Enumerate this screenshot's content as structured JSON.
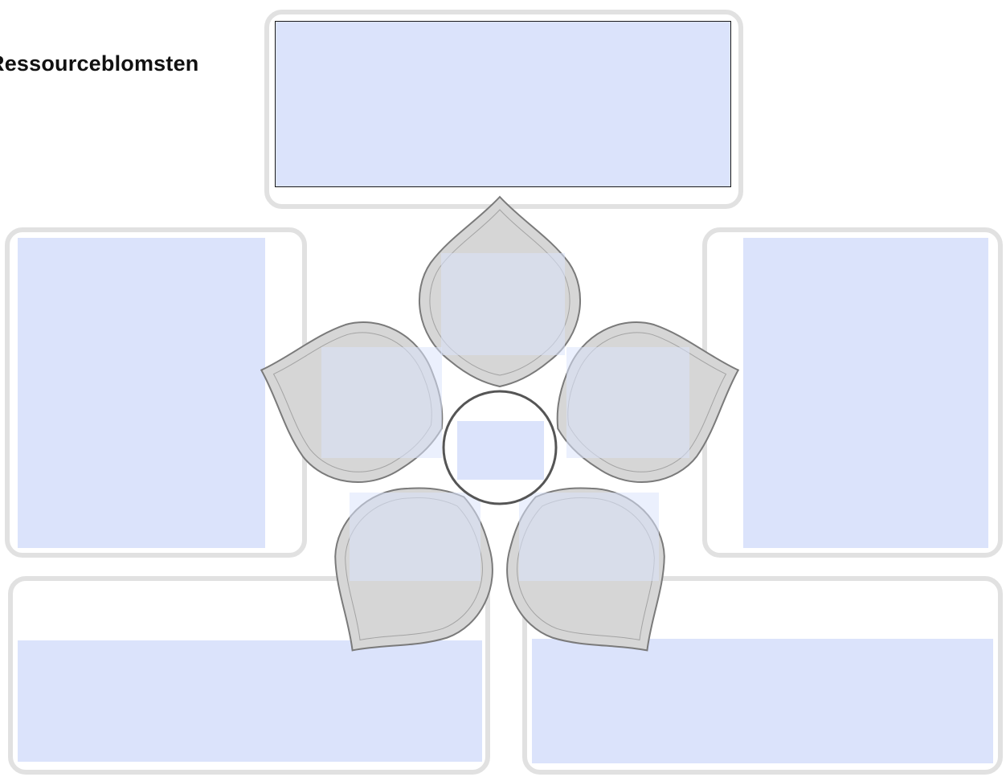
{
  "worksheet": {
    "title": "Ressourceblomsten",
    "boxes": [
      {
        "id": "top",
        "value": ""
      },
      {
        "id": "left",
        "value": ""
      },
      {
        "id": "right",
        "value": ""
      },
      {
        "id": "bottom-left",
        "value": ""
      },
      {
        "id": "bottom-right",
        "value": ""
      }
    ],
    "flower": {
      "petals": [
        "",
        "",
        "",
        "",
        ""
      ],
      "center": ""
    }
  },
  "colors": {
    "field_fill": "#dbe3fb",
    "frame_border": "#e1e1e1",
    "petal_fill": "#d6d6d6",
    "petal_outline": "#7a7a7a",
    "center_fill": "#ffffff",
    "center_outline": "#555555"
  }
}
